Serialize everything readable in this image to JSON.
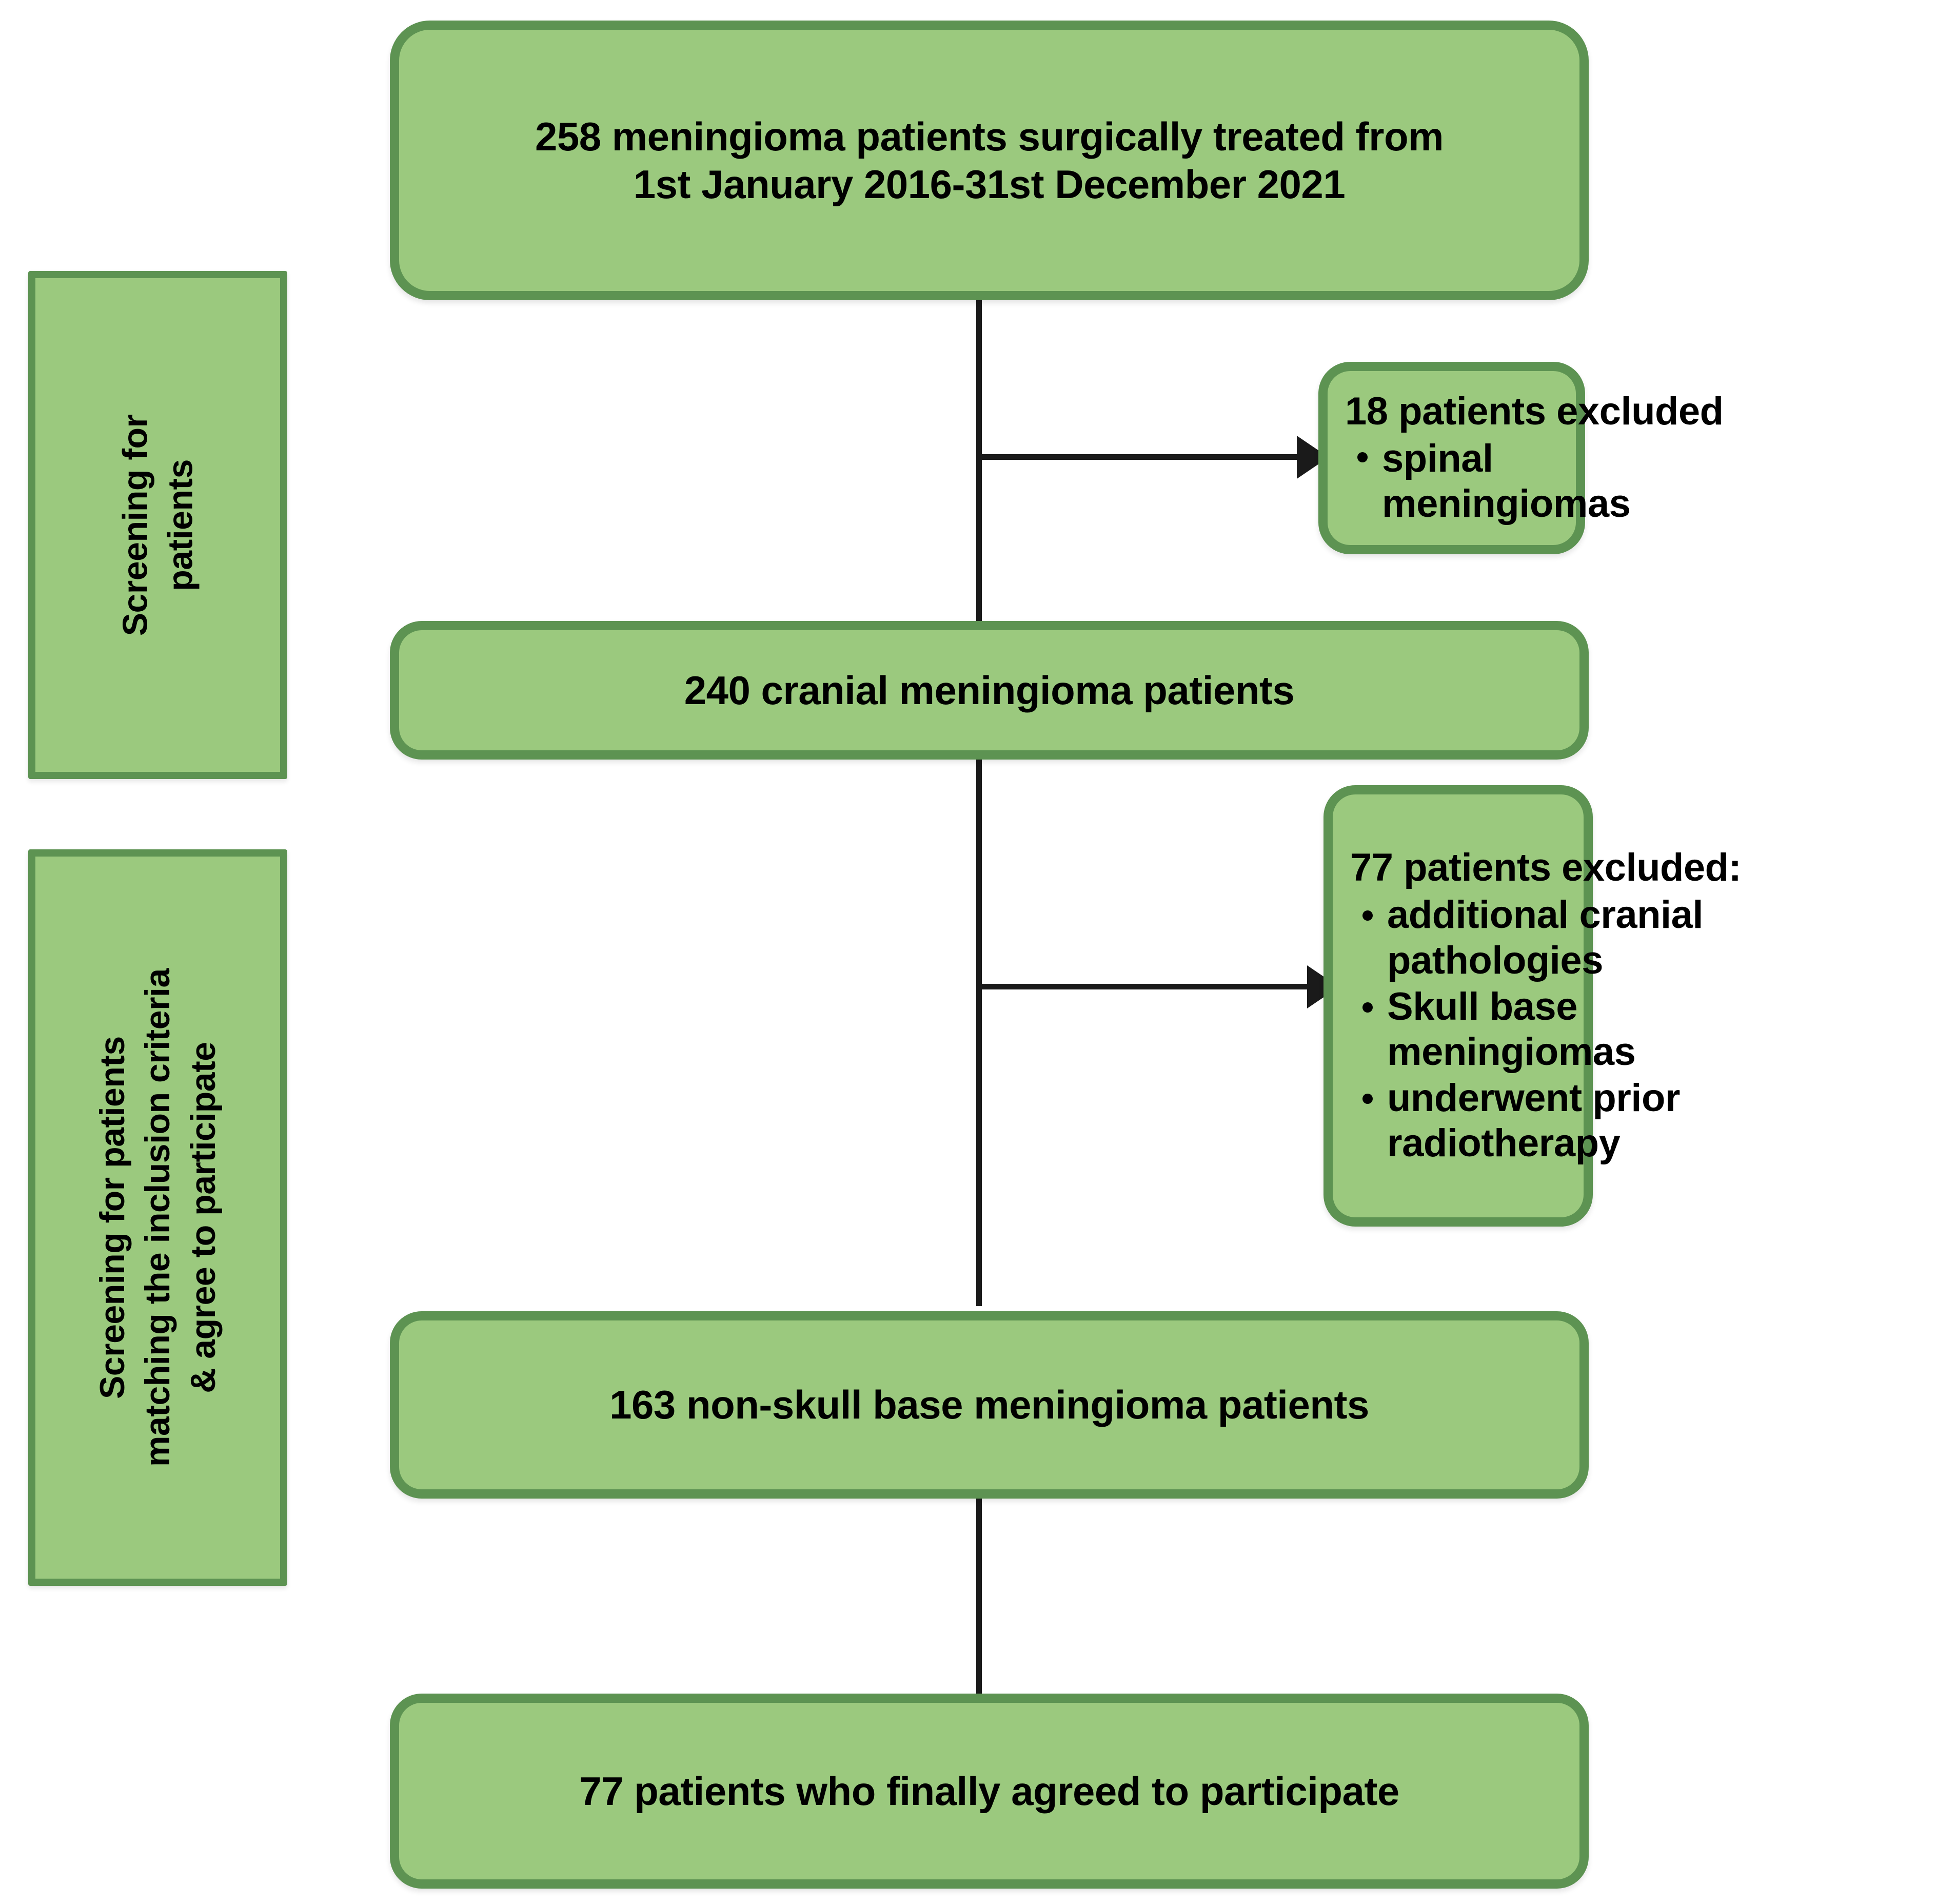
{
  "diagram": {
    "title": "Patient selection flowchart",
    "colors": {
      "box_fill": "#9BC97E",
      "box_border": "#5D9352",
      "connector": "#1A1A1A",
      "text": "#000000",
      "background": "#FFFFFF"
    }
  },
  "stages": [
    {
      "id": "stage-screening-for-patients",
      "lines": [
        "Screening for",
        "patients"
      ]
    },
    {
      "id": "stage-screening-inclusion",
      "lines": [
        "Screening for patients",
        "matching the inclusion criteria",
        "& agree to participate"
      ]
    }
  ],
  "nodes": {
    "cohort_initial": {
      "lines": [
        "258 meningioma patients surgically treated from",
        "1st January 2016-31st December 2021"
      ],
      "count": 258
    },
    "cohort_cranial": {
      "lines": [
        "240 cranial meningioma patients"
      ],
      "count": 240
    },
    "cohort_non_skull_base": {
      "lines": [
        "163 non-skull base meningioma patients"
      ],
      "count": 163
    },
    "cohort_final": {
      "lines": [
        "77 patients who finally agreed to participate"
      ],
      "count": 77
    },
    "excluded_spinal": {
      "head": "18 patients excluded",
      "count": 18,
      "bullets": [
        "spinal meningiomas"
      ]
    },
    "excluded_criteria": {
      "head": "77 patients excluded:",
      "count": 77,
      "bullets": [
        "additional cranial",
        "pathologies",
        "Skull base",
        "meningiomas",
        "underwent prior",
        "radiotherapy"
      ],
      "bullet_items": [
        [
          "additional cranial",
          "pathologies"
        ],
        [
          "Skull base",
          "meningiomas"
        ],
        [
          "underwent prior",
          "radiotherapy"
        ]
      ]
    }
  }
}
